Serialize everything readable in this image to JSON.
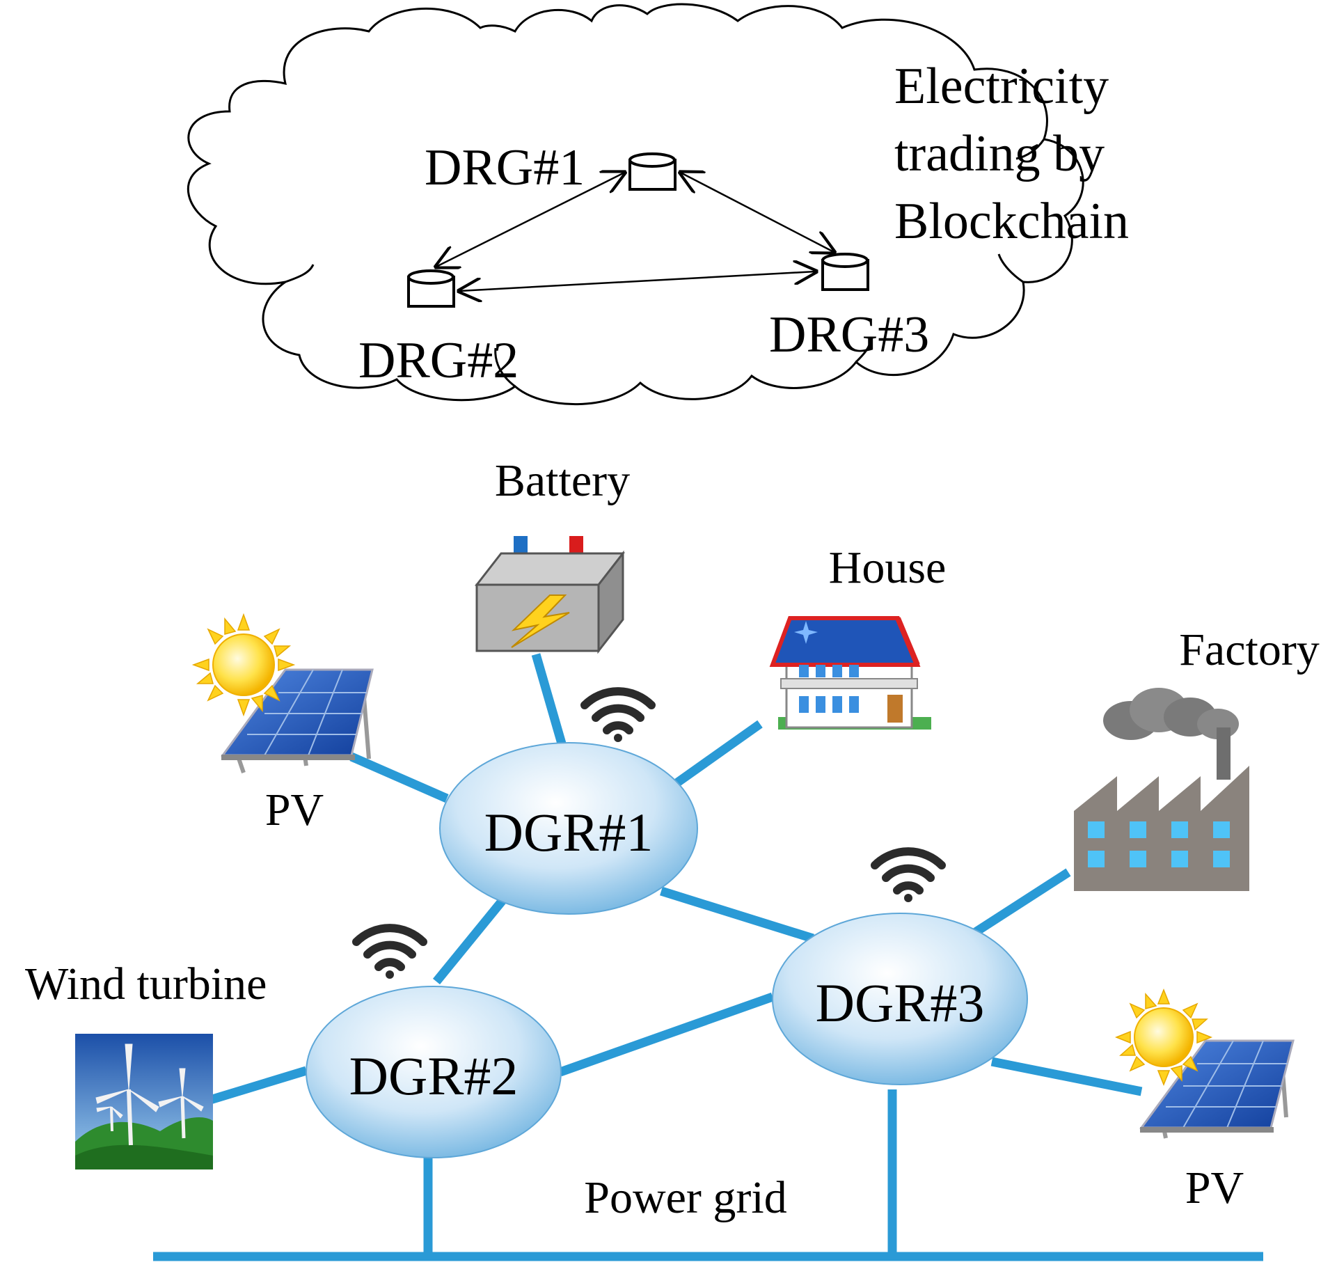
{
  "cloud": {
    "title_lines": [
      "Electricity",
      "trading by",
      "Blockchain"
    ],
    "nodes": [
      "DRG#1",
      "DRG#2",
      "DRG#3"
    ]
  },
  "routers": [
    "DGR#1",
    "DGR#2",
    "DGR#3"
  ],
  "devices": {
    "battery": "Battery",
    "house": "House",
    "factory": "Factory",
    "pv_left": "PV",
    "pv_right": "PV",
    "wind": "Wind turbine"
  },
  "grid_label": "Power grid",
  "colors": {
    "link": "#2a9ad6",
    "router_fill": "#c6e2f5",
    "panel": "#1f55b8",
    "sun": "#ffd21e"
  }
}
